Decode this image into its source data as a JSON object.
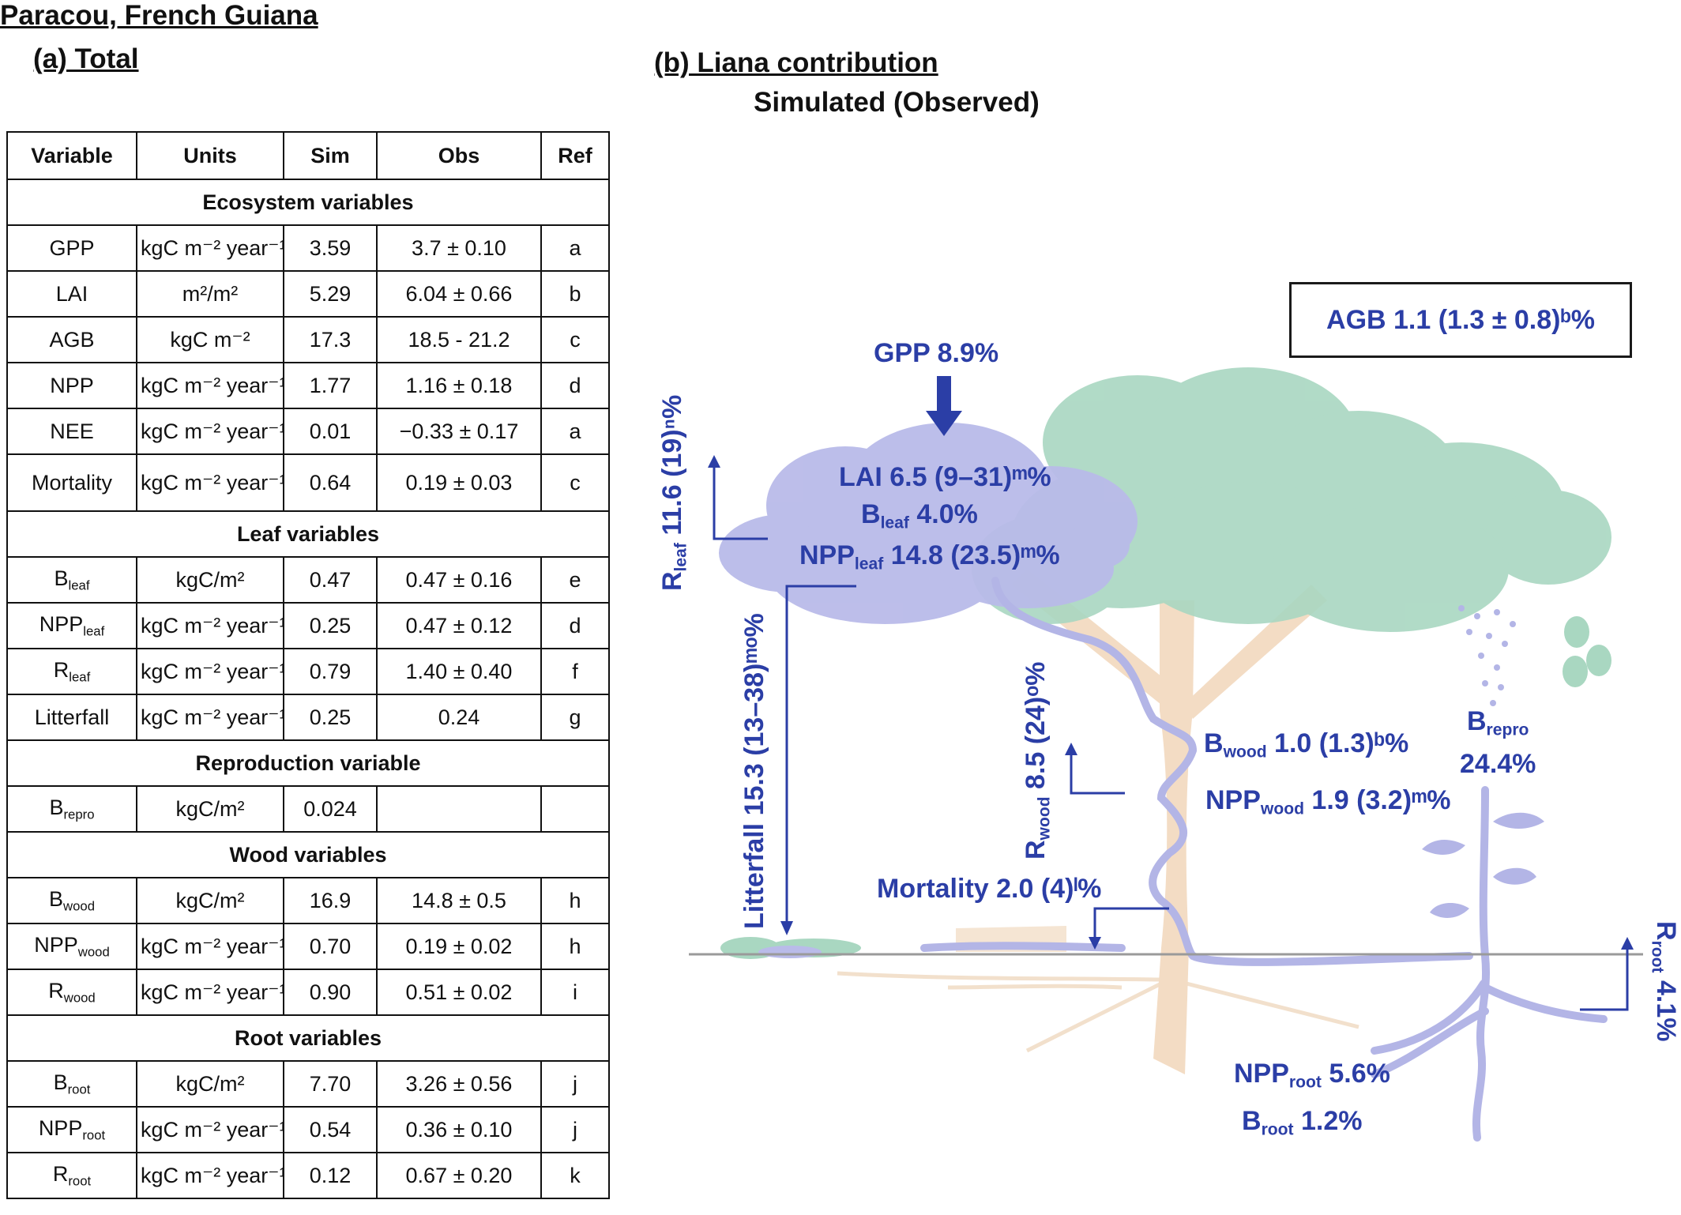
{
  "site_title": "Paracou, French Guiana",
  "panel_a": {
    "title": "(a) Total",
    "headers": [
      "Variable",
      "Units",
      "Sim",
      "Obs",
      "Ref"
    ],
    "sections": {
      "ecosystem": "Ecosystem variables",
      "leaf": "Leaf variables",
      "reproduction": "Reproduction variable",
      "wood": "Wood variables",
      "root": "Root variables"
    },
    "rows": [
      {
        "var": "GPP",
        "var_sub": "",
        "units": "kgC m⁻² year⁻¹",
        "sim": "3.59",
        "obs": "3.7 ± 0.10",
        "ref": "a"
      },
      {
        "var": "LAI",
        "var_sub": "",
        "units": "m²/m²",
        "sim": "5.29",
        "obs": "6.04 ± 0.66",
        "ref": "b"
      },
      {
        "var": "AGB",
        "var_sub": "",
        "units": "kgC m⁻²",
        "sim": "17.3",
        "obs": "18.5 - 21.2",
        "ref": "c"
      },
      {
        "var": "NPP",
        "var_sub": "",
        "units": "kgC m⁻² year⁻¹",
        "sim": "1.77",
        "obs": "1.16 ± 0.18",
        "ref": "d"
      },
      {
        "var": "NEE",
        "var_sub": "",
        "units": "kgC m⁻² year⁻¹",
        "sim": "0.01",
        "obs": "−0.33 ± 0.17",
        "ref": "a"
      },
      {
        "var": "Mortality",
        "var_sub": "",
        "units": "kgC m⁻² year⁻¹",
        "sim": "0.64",
        "obs": "0.19 ± 0.03",
        "ref": "c"
      },
      {
        "var": "B",
        "var_sub": "leaf",
        "units": "kgC/m²",
        "sim": "0.47",
        "obs": "0.47 ± 0.16",
        "ref": "e"
      },
      {
        "var": "NPP",
        "var_sub": "leaf",
        "units": "kgC m⁻² year⁻¹",
        "sim": "0.25",
        "obs": "0.47 ± 0.12",
        "ref": "d"
      },
      {
        "var": "R",
        "var_sub": "leaf",
        "units": "kgC m⁻² year⁻¹",
        "sim": "0.79",
        "obs": "1.40 ± 0.40",
        "ref": "f"
      },
      {
        "var": "Litterfall",
        "var_sub": "",
        "units": "kgC m⁻² year⁻¹",
        "sim": "0.25",
        "obs": "0.24",
        "ref": "g"
      },
      {
        "var": "B",
        "var_sub": "repro",
        "units": "kgC/m²",
        "sim": "0.024",
        "obs": "",
        "ref": ""
      },
      {
        "var": "B",
        "var_sub": "wood",
        "units": "kgC/m²",
        "sim": "16.9",
        "obs": "14.8 ± 0.5",
        "ref": "h"
      },
      {
        "var": "NPP",
        "var_sub": "wood",
        "units": "kgC m⁻² year⁻¹",
        "sim": "0.70",
        "obs": "0.19 ± 0.02",
        "ref": "h"
      },
      {
        "var": "R",
        "var_sub": "wood",
        "units": "kgC m⁻² year⁻¹",
        "sim": "0.90",
        "obs": "0.51 ± 0.02",
        "ref": "i"
      },
      {
        "var": "B",
        "var_sub": "root",
        "units": "kgC/m²",
        "sim": "7.70",
        "obs": "3.26 ± 0.56",
        "ref": "j"
      },
      {
        "var": "NPP",
        "var_sub": "root",
        "units": "kgC m⁻² year⁻¹",
        "sim": "0.54",
        "obs": "0.36 ± 0.10",
        "ref": "j"
      },
      {
        "var": "R",
        "var_sub": "root",
        "units": "kgC m⁻² year⁻¹",
        "sim": "0.12",
        "obs": "0.67 ± 0.20",
        "ref": "k"
      }
    ]
  },
  "panel_b": {
    "title": "(b) Liana contribution",
    "subtitle": "Simulated (Observed)",
    "agb": "AGB 1.1 (1.3 ± 0.8)ᵇ%",
    "gpp": "GPP 8.9%",
    "lai": "LAI 6.5 (9–31)ᵐ%",
    "b_leaf": {
      "base": "B",
      "sub": "leaf",
      "value": "4.0%"
    },
    "npp_leaf": {
      "base": "NPP",
      "sub": "leaf",
      "value": "14.8 (23.5)ᵐ%"
    },
    "r_leaf": {
      "base": "R",
      "sub": "leaf",
      "value": "11.6 (19)ⁿ%"
    },
    "litterfall": "Litterfall 15.3 (13–38)ᵐᵒ%",
    "r_wood": {
      "base": "R",
      "sub": "wood",
      "value": "8.5 (24)ᵒ%"
    },
    "b_wood": {
      "base": "B",
      "sub": "wood",
      "value": "1.0 (1.3)ᵇ%"
    },
    "npp_wood": {
      "base": "NPP",
      "sub": "wood",
      "value": "1.9 (3.2)ᵐ%"
    },
    "mortality": "Mortality 2.0 (4)ˡ%",
    "b_repro": {
      "base": "B",
      "sub": "repro",
      "value": "24.4%"
    },
    "r_root": {
      "base": "R",
      "sub": "root",
      "value": "4.1%"
    },
    "npp_root": {
      "base": "NPP",
      "sub": "root",
      "value": "5.6%"
    },
    "b_root": {
      "base": "B",
      "sub": "root",
      "value": "1.2%"
    },
    "colors": {
      "label": "#2b3ea6",
      "liana": "#b3b5e6",
      "canopy": "#a9d7c1",
      "trunk": "#f1d9c0",
      "ground": "#9a9a9a"
    }
  }
}
